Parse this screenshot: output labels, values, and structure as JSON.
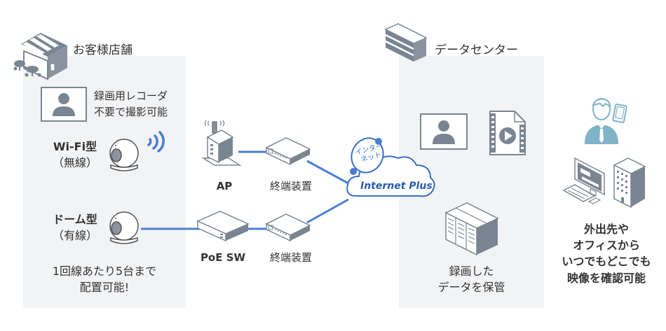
{
  "store": {
    "title": "お客様店舗",
    "recorder_note": [
      "録画用レコーダ",
      "不要で撮影可能"
    ],
    "wifi_camera": [
      "Wi-Fi型",
      "（無線）"
    ],
    "dome_camera": [
      "ドーム型",
      "（有線）"
    ],
    "capacity_note": [
      "1回線あたり5台まで",
      "配置可能!"
    ]
  },
  "network": {
    "ap_label": "AP",
    "terminal_label_top": "終端装置",
    "poe_label": "PoE SW",
    "terminal_label_bottom": "終端装置",
    "cloud_badge": [
      "インター",
      "ネット"
    ],
    "cloud_brand": "Internet Plus"
  },
  "datacenter": {
    "title": "データセンター",
    "storage_note": [
      "録画した",
      "データを保管"
    ]
  },
  "remote": {
    "note": [
      "外出先や",
      "オフィスから",
      "いつでもどこでも",
      "映像を確認可能"
    ]
  },
  "colors": {
    "panel_bg": "#f2f3f5",
    "icon_gray": "#7a8592",
    "link_blue": "#4a7fd0",
    "cloud_blue": "#3a6fc4",
    "person_teal": "#7fb3c8"
  }
}
